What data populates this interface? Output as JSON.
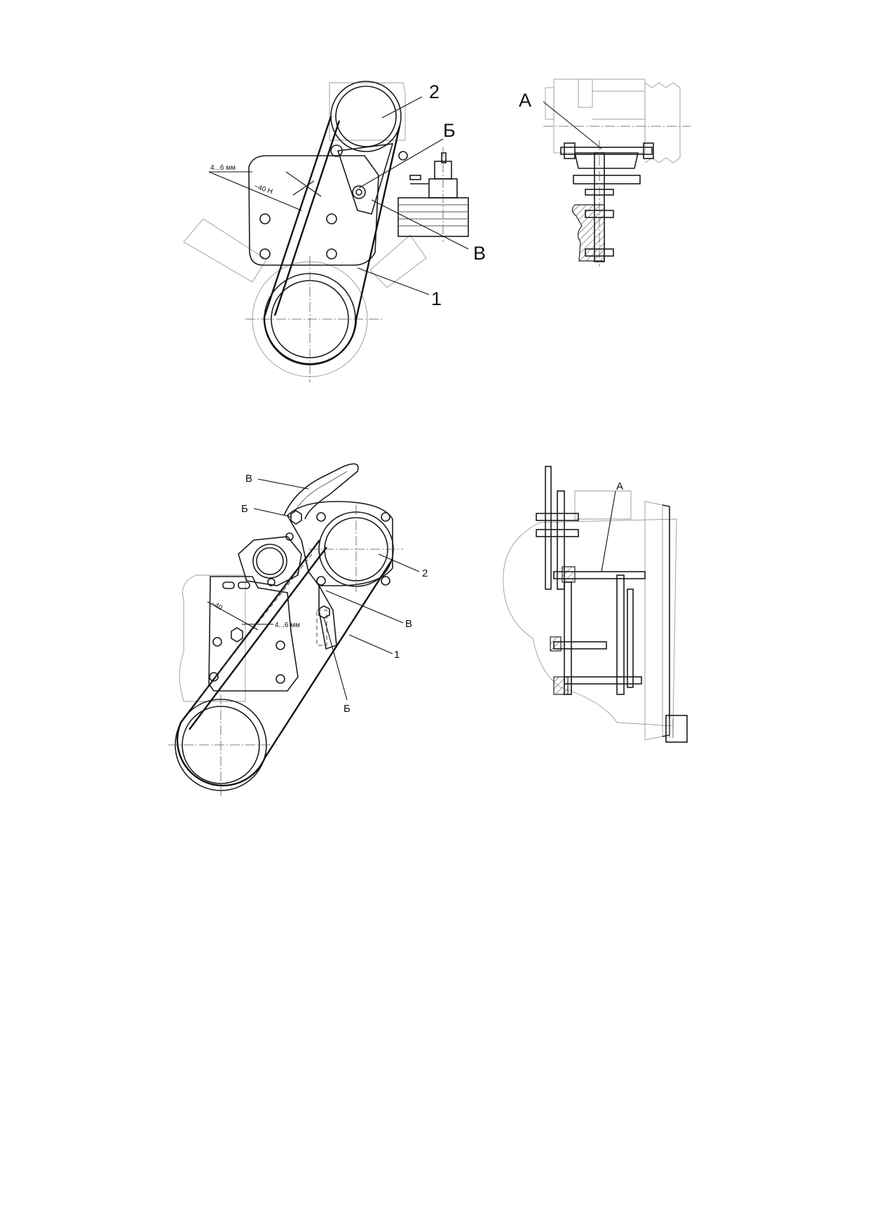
{
  "fig1_front": {
    "labels": {
      "pulley_top": "2",
      "bolt": "Б",
      "bracket": "В",
      "belt": "1"
    },
    "dimensions": {
      "deflection": "4...6 мм",
      "force": "~40 Н"
    }
  },
  "fig1_side": {
    "labels": {
      "spacer": "А"
    }
  },
  "fig2_front": {
    "labels": {
      "bracket_top": "В",
      "bolt_top": "Б",
      "pulley_top": "2",
      "bracket_mid": "В",
      "belt": "1",
      "bolt_bottom": "Б"
    },
    "dimensions": {
      "deflection": "4...6 мм",
      "force": "~40"
    }
  },
  "fig2_side": {
    "labels": {
      "spacer": "А"
    }
  }
}
